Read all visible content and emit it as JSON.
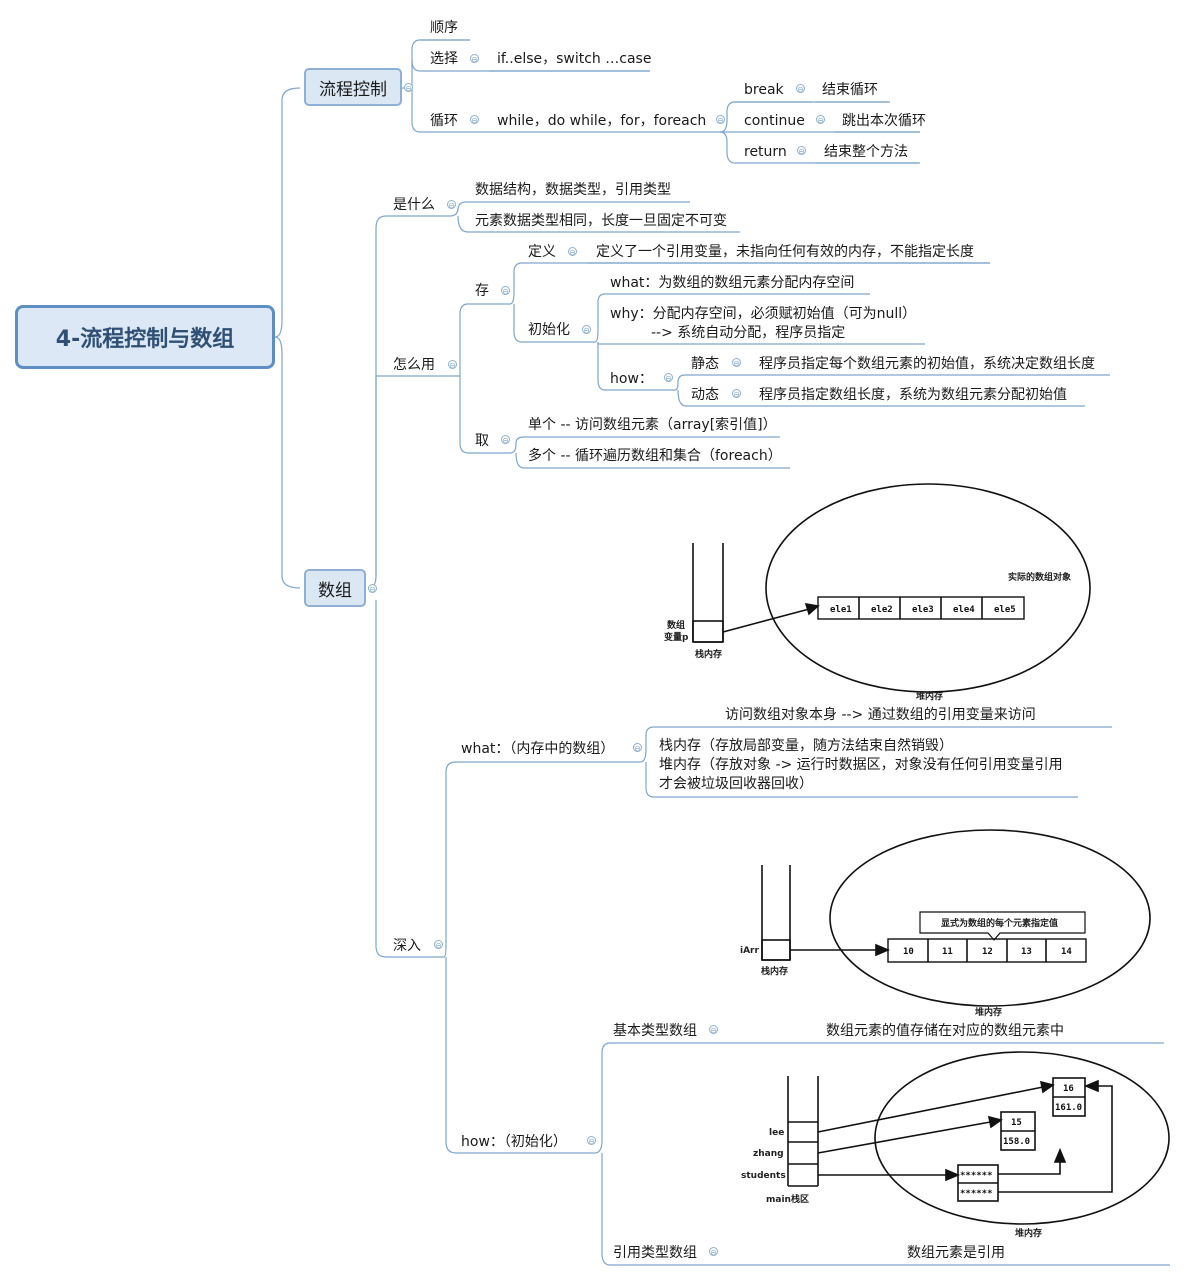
{
  "root": "4-流程控制与数组",
  "flow": {
    "title": "流程控制",
    "seq": "顺序",
    "select": "选择",
    "select_detail": "if..else，switch …case",
    "loop": "循环",
    "loop_detail": "while，do while，for，foreach",
    "break": "break",
    "break_desc": "结束循环",
    "continue": "continue",
    "continue_desc": "跳出本次循环",
    "return": "return",
    "return_desc": "结束整个方法"
  },
  "array": {
    "title": "数组",
    "what_is": "是什么",
    "what_1": "数据结构，数据类型，引用类型",
    "what_2": "元素数据类型相同，长度一旦固定不可变",
    "how_use": "怎么用",
    "store": "存",
    "define": "定义",
    "define_desc": "定义了一个引用变量，未指向任何有效的内存，不能指定长度",
    "init": "初始化",
    "init_what": "what：为数组的数组元素分配内存空间",
    "init_why_1": "why：分配内存空间，必须赋初始值（可为null）",
    "init_why_2": "--> 系统自动分配，程序员指定",
    "init_how": "how：",
    "static": "静态",
    "static_desc": "程序员指定每个数组元素的初始值，系统决定数组长度",
    "dynamic": "动态",
    "dynamic_desc": "程序员指定数组长度，系统为数组元素分配初始值",
    "fetch": "取",
    "single": "单个 -- 访问数组元素（array[索引值]）",
    "multi": "多个 -- 循环遍历数组和集合（foreach）",
    "deep": "深入",
    "mem_what": "what：（内存中的数组）",
    "mem_access": "访问数组对象本身 --> 通过数组的引用变量来访问",
    "mem_stack": "栈内存（存放局部变量，随方法结束自然销毁）",
    "mem_heap_1": "堆内存（存放对象 -> 运行时数据区，对象没有任何引用变量引用",
    "mem_heap_2": "才会被垃圾回收器回收）",
    "how_init": "how：（初始化）",
    "basic_arr": "基本类型数组",
    "basic_desc": "数组元素的值存储在对应的数组元素中",
    "ref_arr": "引用类型数组",
    "ref_desc": "数组元素是引用"
  },
  "fig1": {
    "actual": "实际的数组对象",
    "elems": [
      "ele1",
      "ele2",
      "ele3",
      "ele4",
      "ele5"
    ],
    "var_1": "数组",
    "var_2": "变量p",
    "stack": "栈内存",
    "heap": "堆内存"
  },
  "fig2": {
    "note": "显式为数组的每个元素指定值",
    "elems": [
      "10",
      "11",
      "12",
      "13",
      "14"
    ],
    "var": "iArr",
    "stack": "栈内存",
    "heap": "堆内存"
  },
  "fig3": {
    "lee": "lee",
    "zhang": "zhang",
    "students": "students",
    "stack": "main栈区",
    "heap": "堆内存",
    "obj1_a": "16",
    "obj1_b": "161.0",
    "obj2_a": "15",
    "obj2_b": "158.0",
    "ptr": "******"
  }
}
